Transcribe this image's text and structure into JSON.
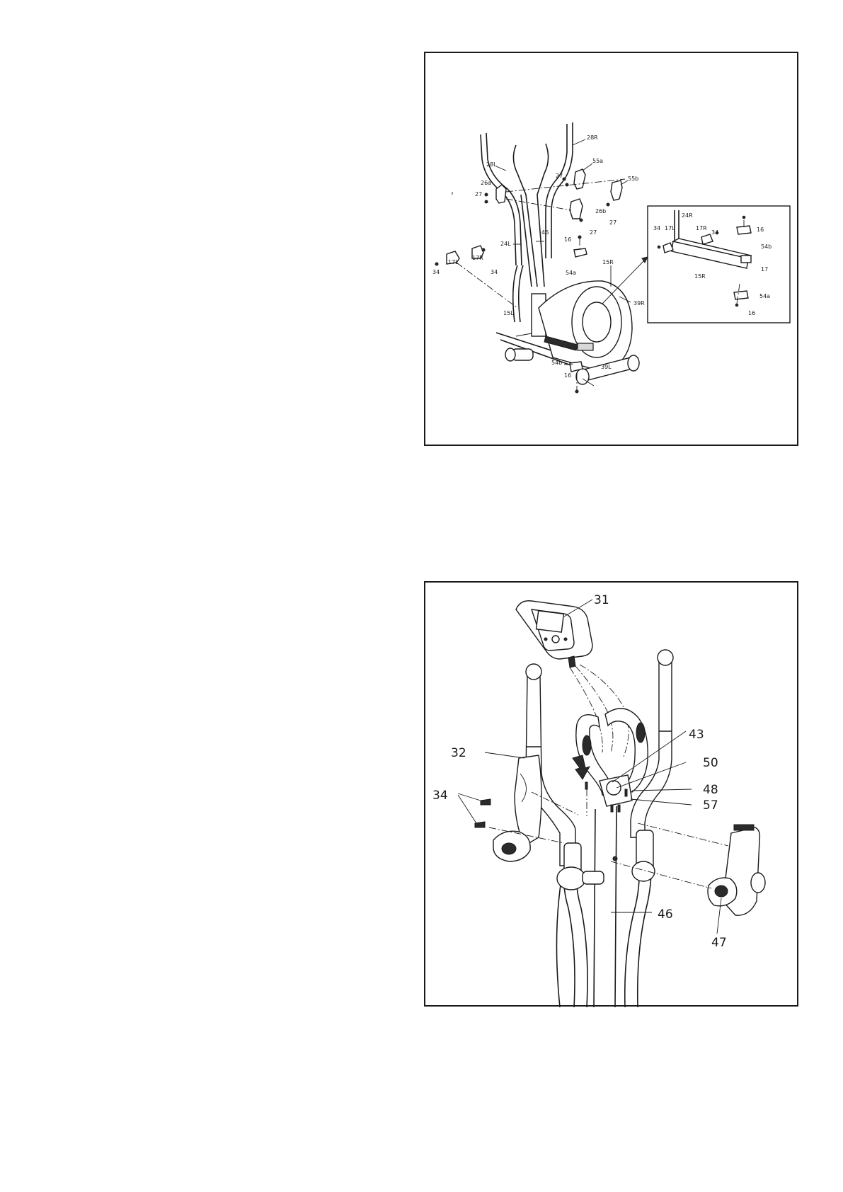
{
  "figure1": {
    "labels": {
      "l28R": "28R",
      "l28L": "28L",
      "l55a": "55a",
      "l55b": "55b",
      "l27a": "27",
      "l27b": "27",
      "l27c": "27",
      "l27d": "27",
      "l26a": "26a",
      "l26b": "26b",
      "l46": "46",
      "l24L": "24L",
      "l16a": "16",
      "l16b": "16",
      "l54a": "54a",
      "l54b": "54b",
      "l15R": "15R",
      "l39R": "39R",
      "l15L": "15L",
      "l39L": "39L",
      "l17L": "17L",
      "l17R": "17R",
      "l34a": "34",
      "l34b": "34"
    },
    "inset": {
      "l24R": "24R",
      "l34a": "34",
      "l17L": "17L",
      "l17R": "17R",
      "l34b": "34",
      "l16a": "16",
      "l54b": "54b",
      "l15R": "15R",
      "l17": "17",
      "l54a": "54a",
      "l16b": "16"
    }
  },
  "figure2": {
    "labels": {
      "l31": "31",
      "l43": "43",
      "l50": "50",
      "l48": "48",
      "l57": "57",
      "l32": "32",
      "l34": "34",
      "l46": "46",
      "l47": "47"
    }
  }
}
